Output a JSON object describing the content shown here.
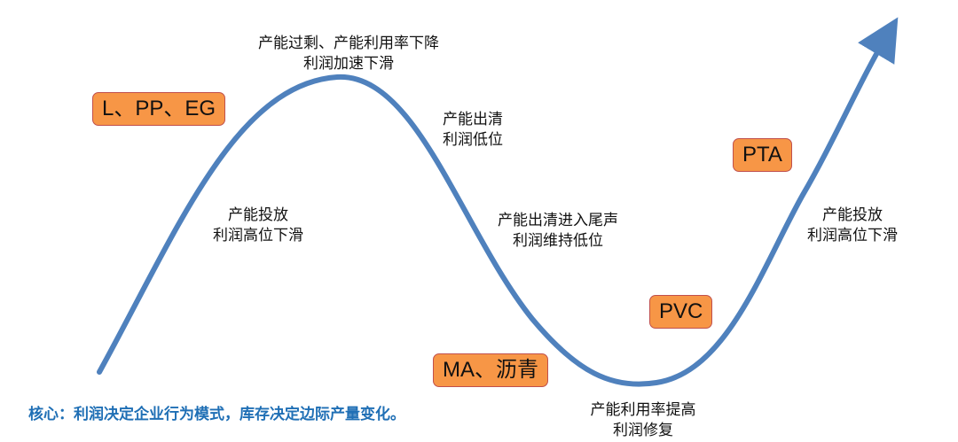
{
  "diagram": {
    "curve_color": "#4f81bd",
    "tag_fill": "#f79646",
    "tag_border": "#c0504d",
    "core_color": "#1f6fb5",
    "stage_labels": [
      {
        "line1": "产能过剩、产能利用率下降",
        "line2": "利润加速下滑"
      },
      {
        "line1": "产能出清",
        "line2": "利润低位"
      },
      {
        "line1": "产能投放",
        "line2": "利润高位下滑"
      },
      {
        "line1": "产能出清进入尾声",
        "line2": "利润维持低位"
      },
      {
        "line1": "产能利用率提高",
        "line2": "利润修复"
      },
      {
        "line1": "产能投放",
        "line2": "利润高位下滑"
      }
    ],
    "product_tags": [
      "L、PP、EG",
      "PTA",
      "PVC",
      "MA、沥青"
    ],
    "core_text": "核心：利润决定企业行为模式，库存决定边际产量变化。"
  }
}
